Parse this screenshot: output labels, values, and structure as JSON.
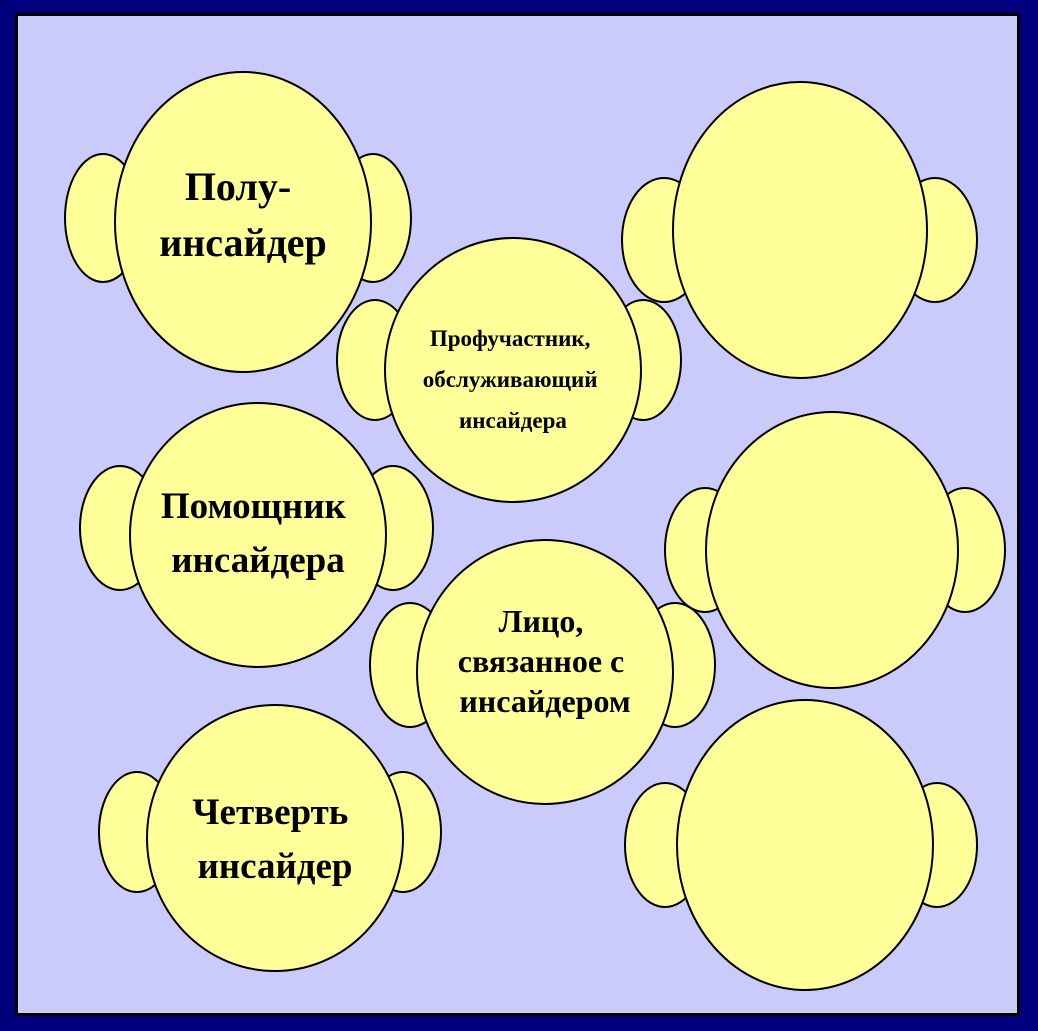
{
  "heads": [
    {
      "id": "semi-insider",
      "lines": [
        "Полу-",
        "инсайдер"
      ]
    },
    {
      "id": "professional-participant",
      "lines": [
        "Профучастник,",
        "обслуживающий",
        "инсайдера"
      ]
    },
    {
      "id": "insider-assistant",
      "lines": [
        "Помощник",
        "инсайдера"
      ]
    },
    {
      "id": "insider-related-person",
      "lines": [
        "Лицо,",
        "связанное с",
        "инсайдером"
      ]
    },
    {
      "id": "quarter-insider",
      "lines": [
        "Четверть",
        "инсайдер"
      ]
    },
    {
      "id": "blank-top-right",
      "lines": []
    },
    {
      "id": "blank-middle-right",
      "lines": []
    },
    {
      "id": "blank-bottom-right",
      "lines": []
    }
  ],
  "colors": {
    "head_fill": "#ffff99",
    "outline": "#000000",
    "panel": "#cbcbfb",
    "frame": "#00007e"
  }
}
